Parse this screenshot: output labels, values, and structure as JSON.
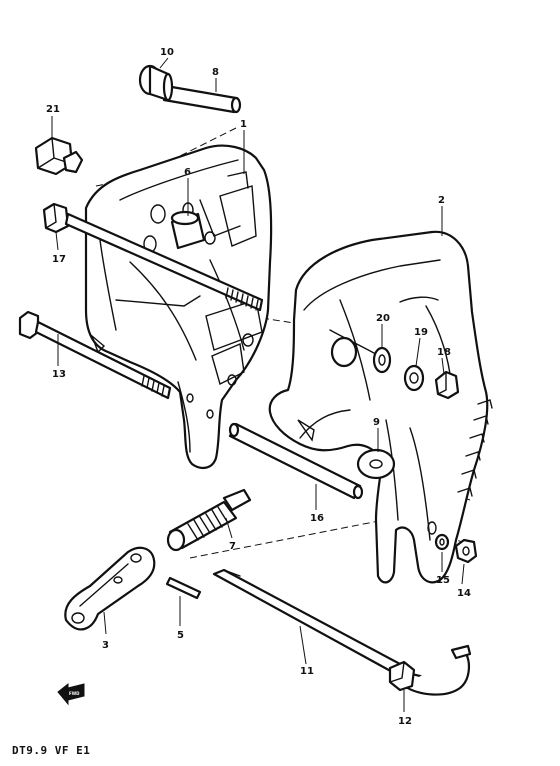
{
  "diagram": {
    "caption": "DT9.9 VF E1",
    "fwd_label": "FWD",
    "callouts": [
      {
        "id": "c1",
        "label": "1"
      },
      {
        "id": "c2",
        "label": "2"
      },
      {
        "id": "c3",
        "label": "3"
      },
      {
        "id": "c5",
        "label": "5"
      },
      {
        "id": "c6",
        "label": "6"
      },
      {
        "id": "c7",
        "label": "7"
      },
      {
        "id": "c8",
        "label": "8"
      },
      {
        "id": "c9",
        "label": "9"
      },
      {
        "id": "c10",
        "label": "10"
      },
      {
        "id": "c11",
        "label": "11"
      },
      {
        "id": "c12",
        "label": "12"
      },
      {
        "id": "c13",
        "label": "13"
      },
      {
        "id": "c14",
        "label": "14"
      },
      {
        "id": "c15",
        "label": "15"
      },
      {
        "id": "c16",
        "label": "16"
      },
      {
        "id": "c17",
        "label": "17"
      },
      {
        "id": "c18",
        "label": "18"
      },
      {
        "id": "c19",
        "label": "19"
      },
      {
        "id": "c20",
        "label": "20"
      },
      {
        "id": "c21",
        "label": "21"
      }
    ]
  }
}
